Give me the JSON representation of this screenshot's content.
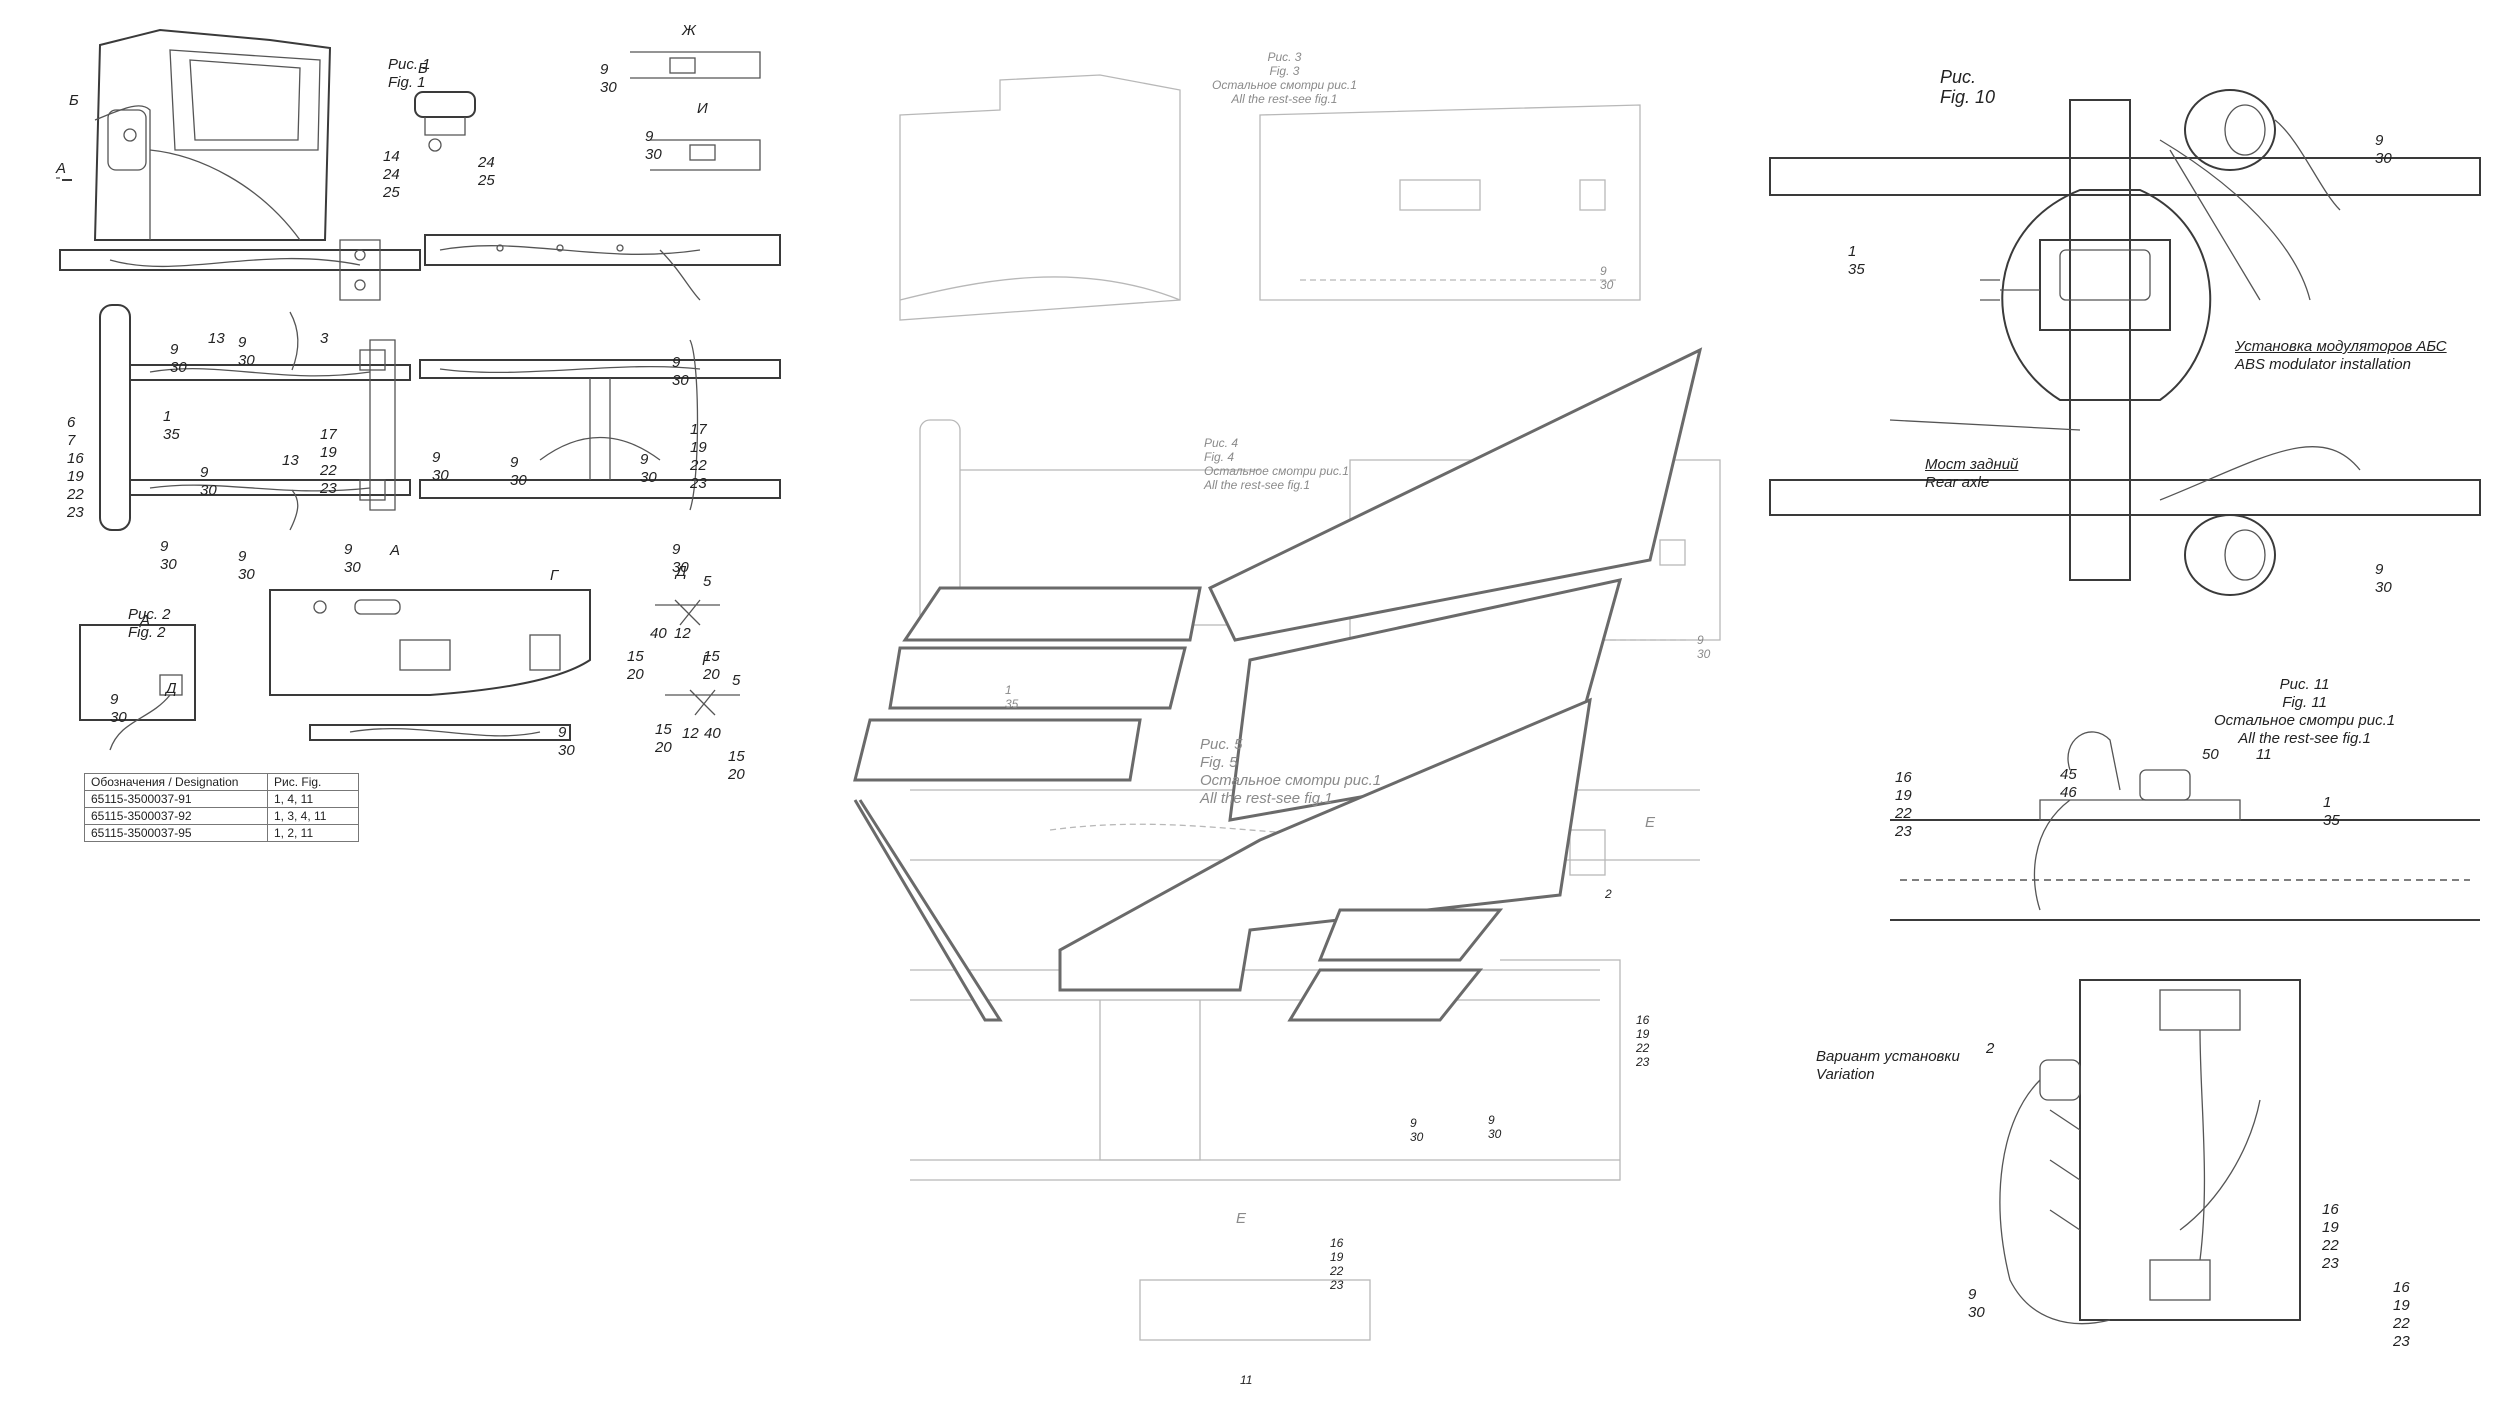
{
  "fig1": {
    "title_ru": "Рис. 1",
    "title_en": "Fig. 1"
  },
  "fig2": {
    "title_ru": "Рис. 2",
    "title_en": "Fig. 2"
  },
  "fig3": {
    "title_ru": "Рис. 3",
    "title_en": "Fig. 3",
    "note_ru": "Остальное смотри рис.1",
    "note_en": "All the rest-see fig.1"
  },
  "fig4": {
    "title_ru": "Рис. 4",
    "title_en": "Fig. 4",
    "note_ru": "Остальное смотри рис.1",
    "note_en": "All the rest-see fig.1"
  },
  "fig5": {
    "title_ru": "Рис. 5",
    "title_en": "Fig. 5",
    "note_ru": "Остальное смотри рис.1",
    "note_en": "All the rest-see fig.1"
  },
  "fig10": {
    "title_ru": "Рис.",
    "title_en": "Fig.",
    "number": "10",
    "abs_ru": "Установка модуляторов АБС",
    "abs_en": "ABS modulator installation",
    "axle_ru": "Мост задний",
    "axle_en": "Rear axle"
  },
  "fig11": {
    "title_ru": "Рис. 11",
    "title_en": "Fig. 11",
    "note_ru": "Остальное смотри рис.1",
    "note_en": "All the rest-see fig.1",
    "variation_ru": "Вариант установки",
    "variation_en": "Variation"
  },
  "views": {
    "A": "А",
    "B": "Б",
    "G": "Г",
    "D": "Д",
    "E": "Е",
    "ZH": "Ж",
    "I": "И"
  },
  "designation_table": {
    "header": [
      "Обозначения / Designation",
      "Рис. Fig."
    ],
    "rows": [
      [
        "65115-3500037-91",
        "1, 4, 11"
      ],
      [
        "65115-3500037-92",
        "1, 3, 4, 11"
      ],
      [
        "65115-3500037-95",
        "1, 2, 11"
      ]
    ]
  },
  "callouts": {
    "n1": "1",
    "n2": "2",
    "n3": "3",
    "n5": "5",
    "n6": "6",
    "n7": "7",
    "n9": "9",
    "n11": "11",
    "n12": "12",
    "n13": "13",
    "n14": "14",
    "n15": "15",
    "n16": "16",
    "n17": "17",
    "n19": "19",
    "n20": "20",
    "n22": "22",
    "n23": "23",
    "n24": "24",
    "n25": "25",
    "n30": "30",
    "n35": "35",
    "n40": "40",
    "n45": "45",
    "n46": "46",
    "n50": "50"
  }
}
